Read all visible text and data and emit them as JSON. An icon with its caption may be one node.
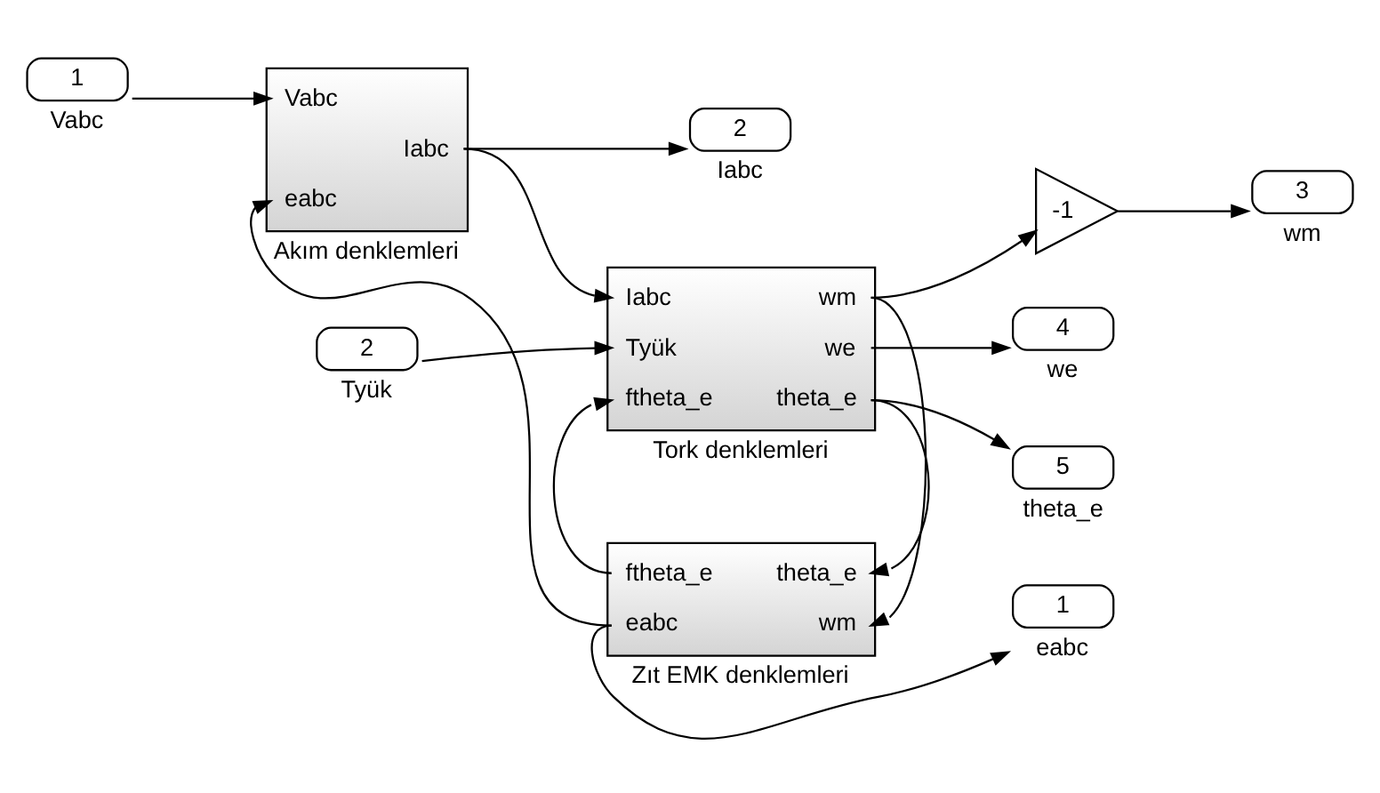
{
  "diagram": {
    "nodes": [
      {
        "text": [
          "1"
        ],
        "beside": [
          "Vabc"
        ]
      },
      {
        "text": [
          "Vabc",
          "Iabc",
          "eabc"
        ],
        "beside": [
          "Akım denklemleri"
        ]
      },
      {
        "text": [
          "2"
        ],
        "beside": [
          "Iabc"
        ]
      },
      {
        "text": [
          "2"
        ],
        "beside": [
          "Tyük"
        ]
      },
      {
        "text": [
          "Iabc",
          "wm",
          "Tyük",
          "we",
          "ftheta_e",
          "theta_e"
        ],
        "beside": [
          "Tork denklemleri"
        ]
      },
      {
        "text": [
          "-1"
        ]
      },
      {
        "text": [
          "3"
        ],
        "beside": [
          "wm"
        ]
      },
      {
        "text": [
          "4"
        ],
        "beside": [
          "we"
        ]
      },
      {
        "text": [
          "5"
        ],
        "beside": [
          "theta_e"
        ]
      },
      {
        "text": [
          "ftheta_e",
          "theta_e",
          "eabc",
          "wm"
        ],
        "beside": [
          "Zıt EMK denklemleri"
        ]
      },
      {
        "text": [
          "1"
        ],
        "beside": [
          "eabc"
        ]
      }
    ],
    "edges": [
      {
        "from": 0,
        "to": 1,
        "arrow": "to"
      },
      {
        "from": 1,
        "to": 2,
        "arrow": "to"
      },
      {
        "from": 1,
        "to": 4,
        "arrow": "to"
      },
      {
        "from": 3,
        "to": 4,
        "arrow": "to"
      },
      {
        "from": 4,
        "to": 5,
        "arrow": "to"
      },
      {
        "from": 5,
        "to": 6,
        "arrow": "to"
      },
      {
        "from": 4,
        "to": 7,
        "arrow": "to"
      },
      {
        "from": 4,
        "to": 8,
        "arrow": "to"
      },
      {
        "from": 4,
        "to": 9,
        "arrow": "to"
      },
      {
        "from": 4,
        "to": 9,
        "arrow": "to"
      },
      {
        "from": 9,
        "to": 4,
        "arrow": "to"
      },
      {
        "from": 9,
        "to": 1,
        "arrow": "to"
      },
      {
        "from": 9,
        "to": 10,
        "arrow": "to"
      }
    ]
  }
}
